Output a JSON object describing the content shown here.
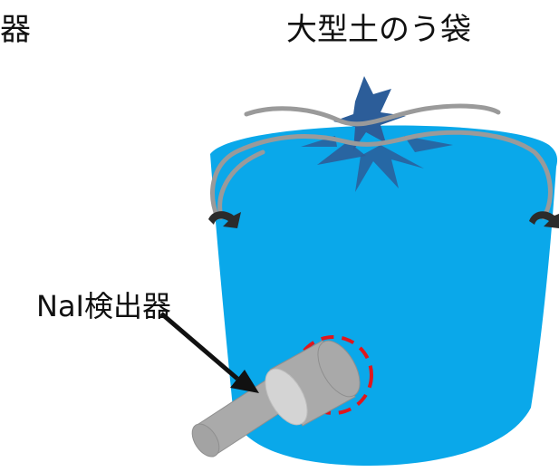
{
  "labels": {
    "partial_top_left": "器",
    "bag": "大型土のう袋",
    "detector": "NaI検出器"
  },
  "colors": {
    "bag_fill": "#0aa8ea",
    "tie_fill": "#2c5d99",
    "rope": "#9a9a9a",
    "rope_end": "#2b2b2b",
    "detector_body": "#aaaaaa",
    "detector_face": "#d4d4d4",
    "dashed_circle": "#e0171d",
    "arrow": "#111111"
  },
  "icons": {
    "detector": "nai-detector-icon",
    "bag": "sandbag-icon",
    "arrow": "pointer-arrow-icon"
  }
}
